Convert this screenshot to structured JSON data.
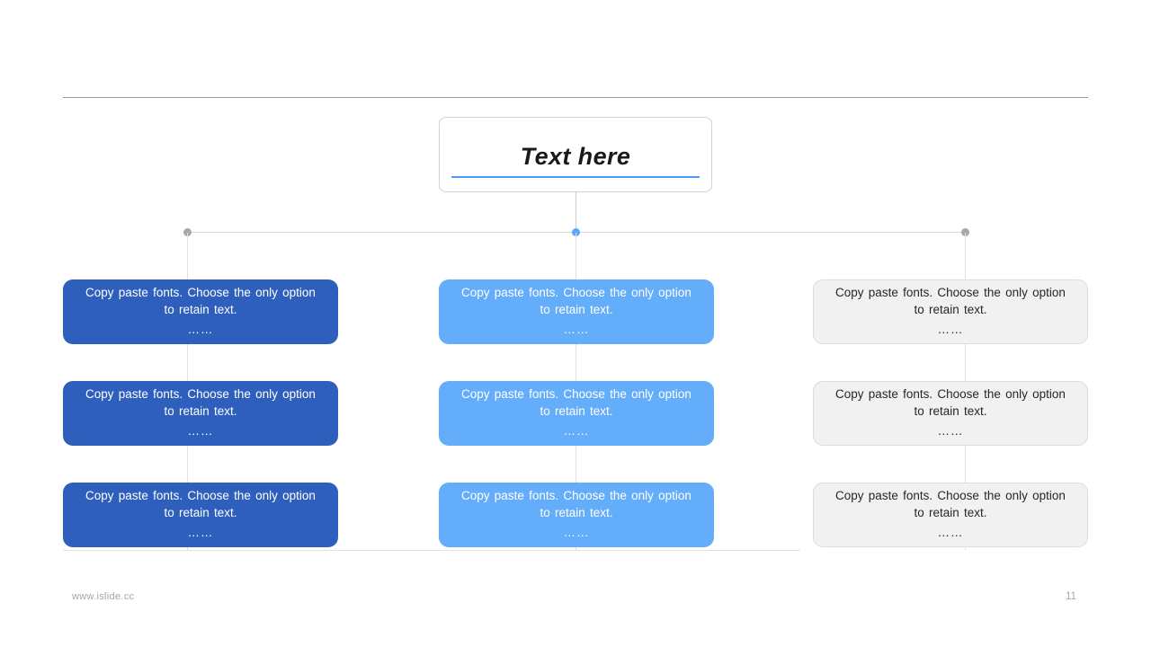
{
  "slide": {
    "title": "Text here",
    "footer_url": "www.islide.cc",
    "page_number": "11"
  },
  "colors": {
    "accent_blue": "#4a9bf5",
    "card_dark": "#2f5fbc",
    "card_light": "#63adfa",
    "card_grey": "#f1f1f1",
    "connector_grey": "#d5d5d5",
    "dot_grey": "#a8a8a8",
    "dot_active": "#5aa9f8",
    "rule_top": "#9a9a9a",
    "rule_bottom": "#e2e2e2",
    "footer_text": "#a6a6a6"
  },
  "connector": {
    "dots": [
      {
        "name": "left",
        "state": "inactive"
      },
      {
        "name": "center",
        "state": "active"
      },
      {
        "name": "right",
        "state": "inactive"
      }
    ]
  },
  "cards": [
    {
      "column": 1,
      "row": 1,
      "style": "dark",
      "line1": "Copy paste fonts. Choose the only option",
      "line2": "to retain text.",
      "dots": "……"
    },
    {
      "column": 2,
      "row": 1,
      "style": "light",
      "line1": "Copy paste fonts. Choose the only option",
      "line2": "to retain text.",
      "dots": "……"
    },
    {
      "column": 3,
      "row": 1,
      "style": "grey",
      "line1": "Copy paste fonts. Choose the only option",
      "line2": "to retain text.",
      "dots": "……"
    },
    {
      "column": 1,
      "row": 2,
      "style": "dark",
      "line1": "Copy paste fonts. Choose the only option",
      "line2": "to retain text.",
      "dots": "……"
    },
    {
      "column": 2,
      "row": 2,
      "style": "light",
      "line1": "Copy paste fonts. Choose the only option",
      "line2": "to retain text.",
      "dots": "……"
    },
    {
      "column": 3,
      "row": 2,
      "style": "grey",
      "line1": "Copy paste fonts. Choose the only option",
      "line2": "to retain text.",
      "dots": "……"
    },
    {
      "column": 1,
      "row": 3,
      "style": "dark",
      "line1": "Copy paste fonts. Choose the only option",
      "line2": "to retain text.",
      "dots": "……"
    },
    {
      "column": 2,
      "row": 3,
      "style": "light",
      "line1": "Copy paste fonts. Choose the only option",
      "line2": "to retain text.",
      "dots": "……"
    },
    {
      "column": 3,
      "row": 3,
      "style": "grey",
      "line1": "Copy paste fonts. Choose the only option",
      "line2": "to retain text.",
      "dots": "……"
    }
  ]
}
